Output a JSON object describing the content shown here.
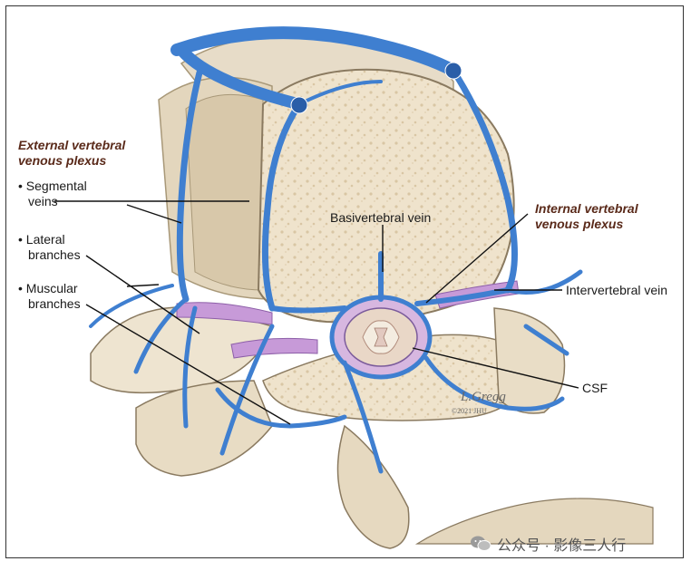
{
  "labels": {
    "external_plexus": [
      "External vertebral",
      "venous plexus"
    ],
    "segmental": [
      "Segmental",
      "veins"
    ],
    "lateral": [
      "Lateral",
      "branches"
    ],
    "muscular": [
      "Muscular",
      "branches"
    ],
    "basivertebral": "Basivertebral vein",
    "internal_plexus": [
      "Internal vertebral",
      "venous plexus"
    ],
    "intervertebral": "Intervertebral vein",
    "csf": "CSF"
  },
  "signature": [
    "L.Gregg",
    "©2021 JHU"
  ],
  "watermark": "公众号 · 影像三人行",
  "colors": {
    "vein": "#3f7fd0",
    "vein_dark": "#2a5ea8",
    "bone": "#efe3cc",
    "bone_shadow": "#c9b89a",
    "bone_outline": "#8a7a60",
    "artery": "#c79ad8",
    "heading": "#5a2a1a",
    "leader": "#111111"
  },
  "icons": [
    "wechat-icon"
  ]
}
